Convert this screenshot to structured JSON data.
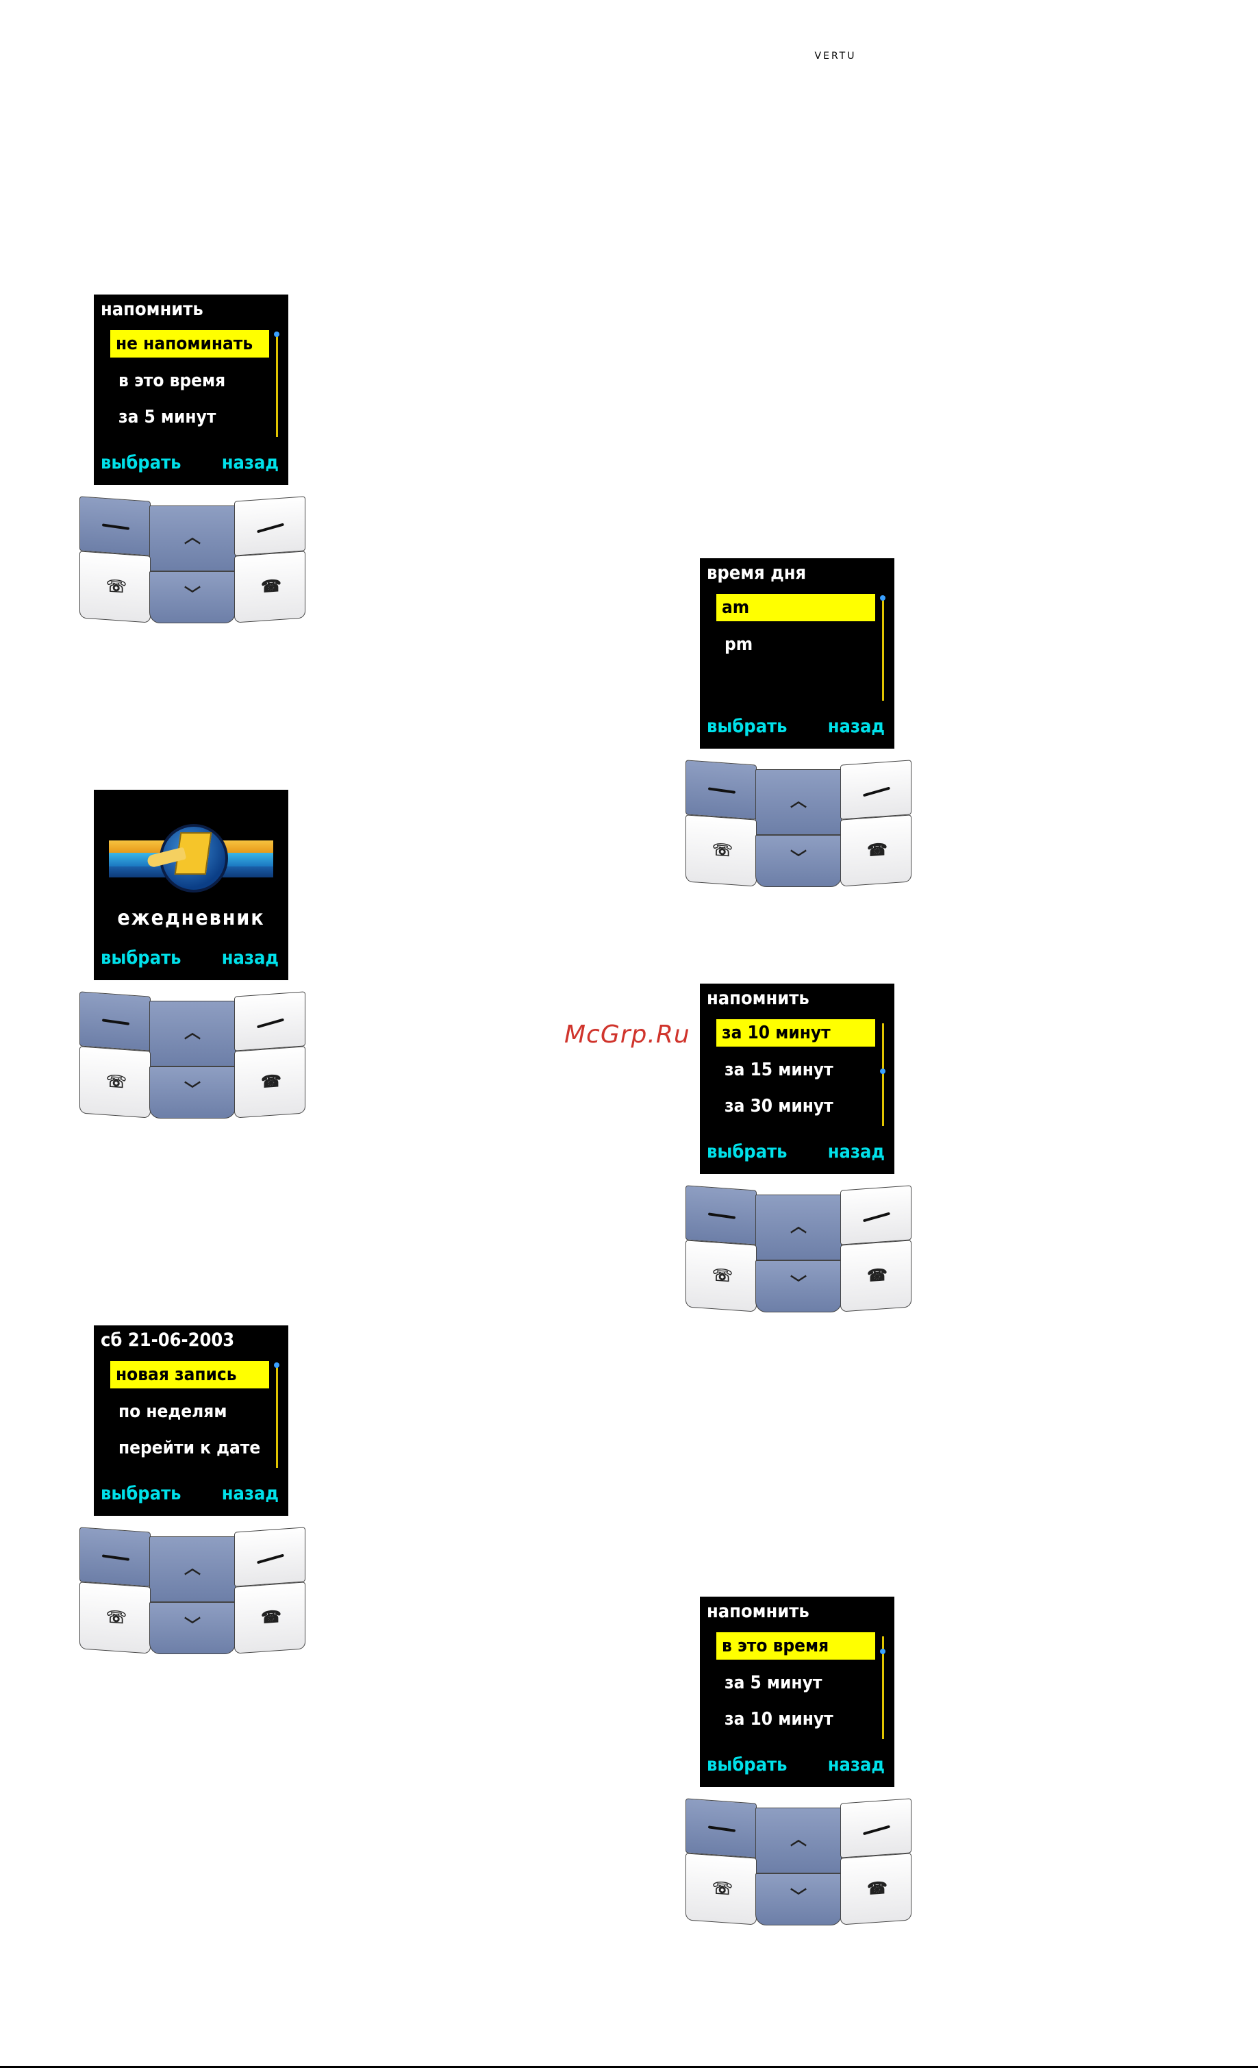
{
  "brand": "VERTU",
  "watermark": "McGrp.Ru",
  "softkeys": {
    "left": "выбрать",
    "right": "назад"
  },
  "screens": {
    "reminder_1": {
      "title": "напомнить",
      "items": [
        "не напоминать",
        "в это время",
        "за 5 минут"
      ],
      "selected_index": 0
    },
    "splash": {
      "label": "ежедневник"
    },
    "calendar": {
      "title": "сб 21-06-2003",
      "items": [
        "новая запись",
        "по неделям",
        "перейти к дате"
      ],
      "selected_index": 0
    },
    "time_of_day": {
      "title": "время дня",
      "items": [
        "am",
        "pm"
      ],
      "selected_index": 0
    },
    "reminder_2": {
      "title": "напомнить",
      "items": [
        "за 10 минут",
        "за 15 минут",
        "за 30 минут"
      ],
      "selected_index": 0
    },
    "reminder_3": {
      "title": "напомнить",
      "items": [
        "в это время",
        "за 5 минут",
        "за 10 минут"
      ],
      "selected_index": 0
    }
  },
  "colors": {
    "highlight": "#ffff00",
    "softkey_text": "#00e1ea",
    "screen_bg": "#000000",
    "nav_key": "#7d8eb5",
    "watermark": "#d0342c"
  },
  "icons": {
    "keypad": [
      "left-softkey-icon",
      "up-arrow-icon",
      "right-softkey-icon",
      "call-icon",
      "down-arrow-icon",
      "end-call-icon"
    ]
  }
}
